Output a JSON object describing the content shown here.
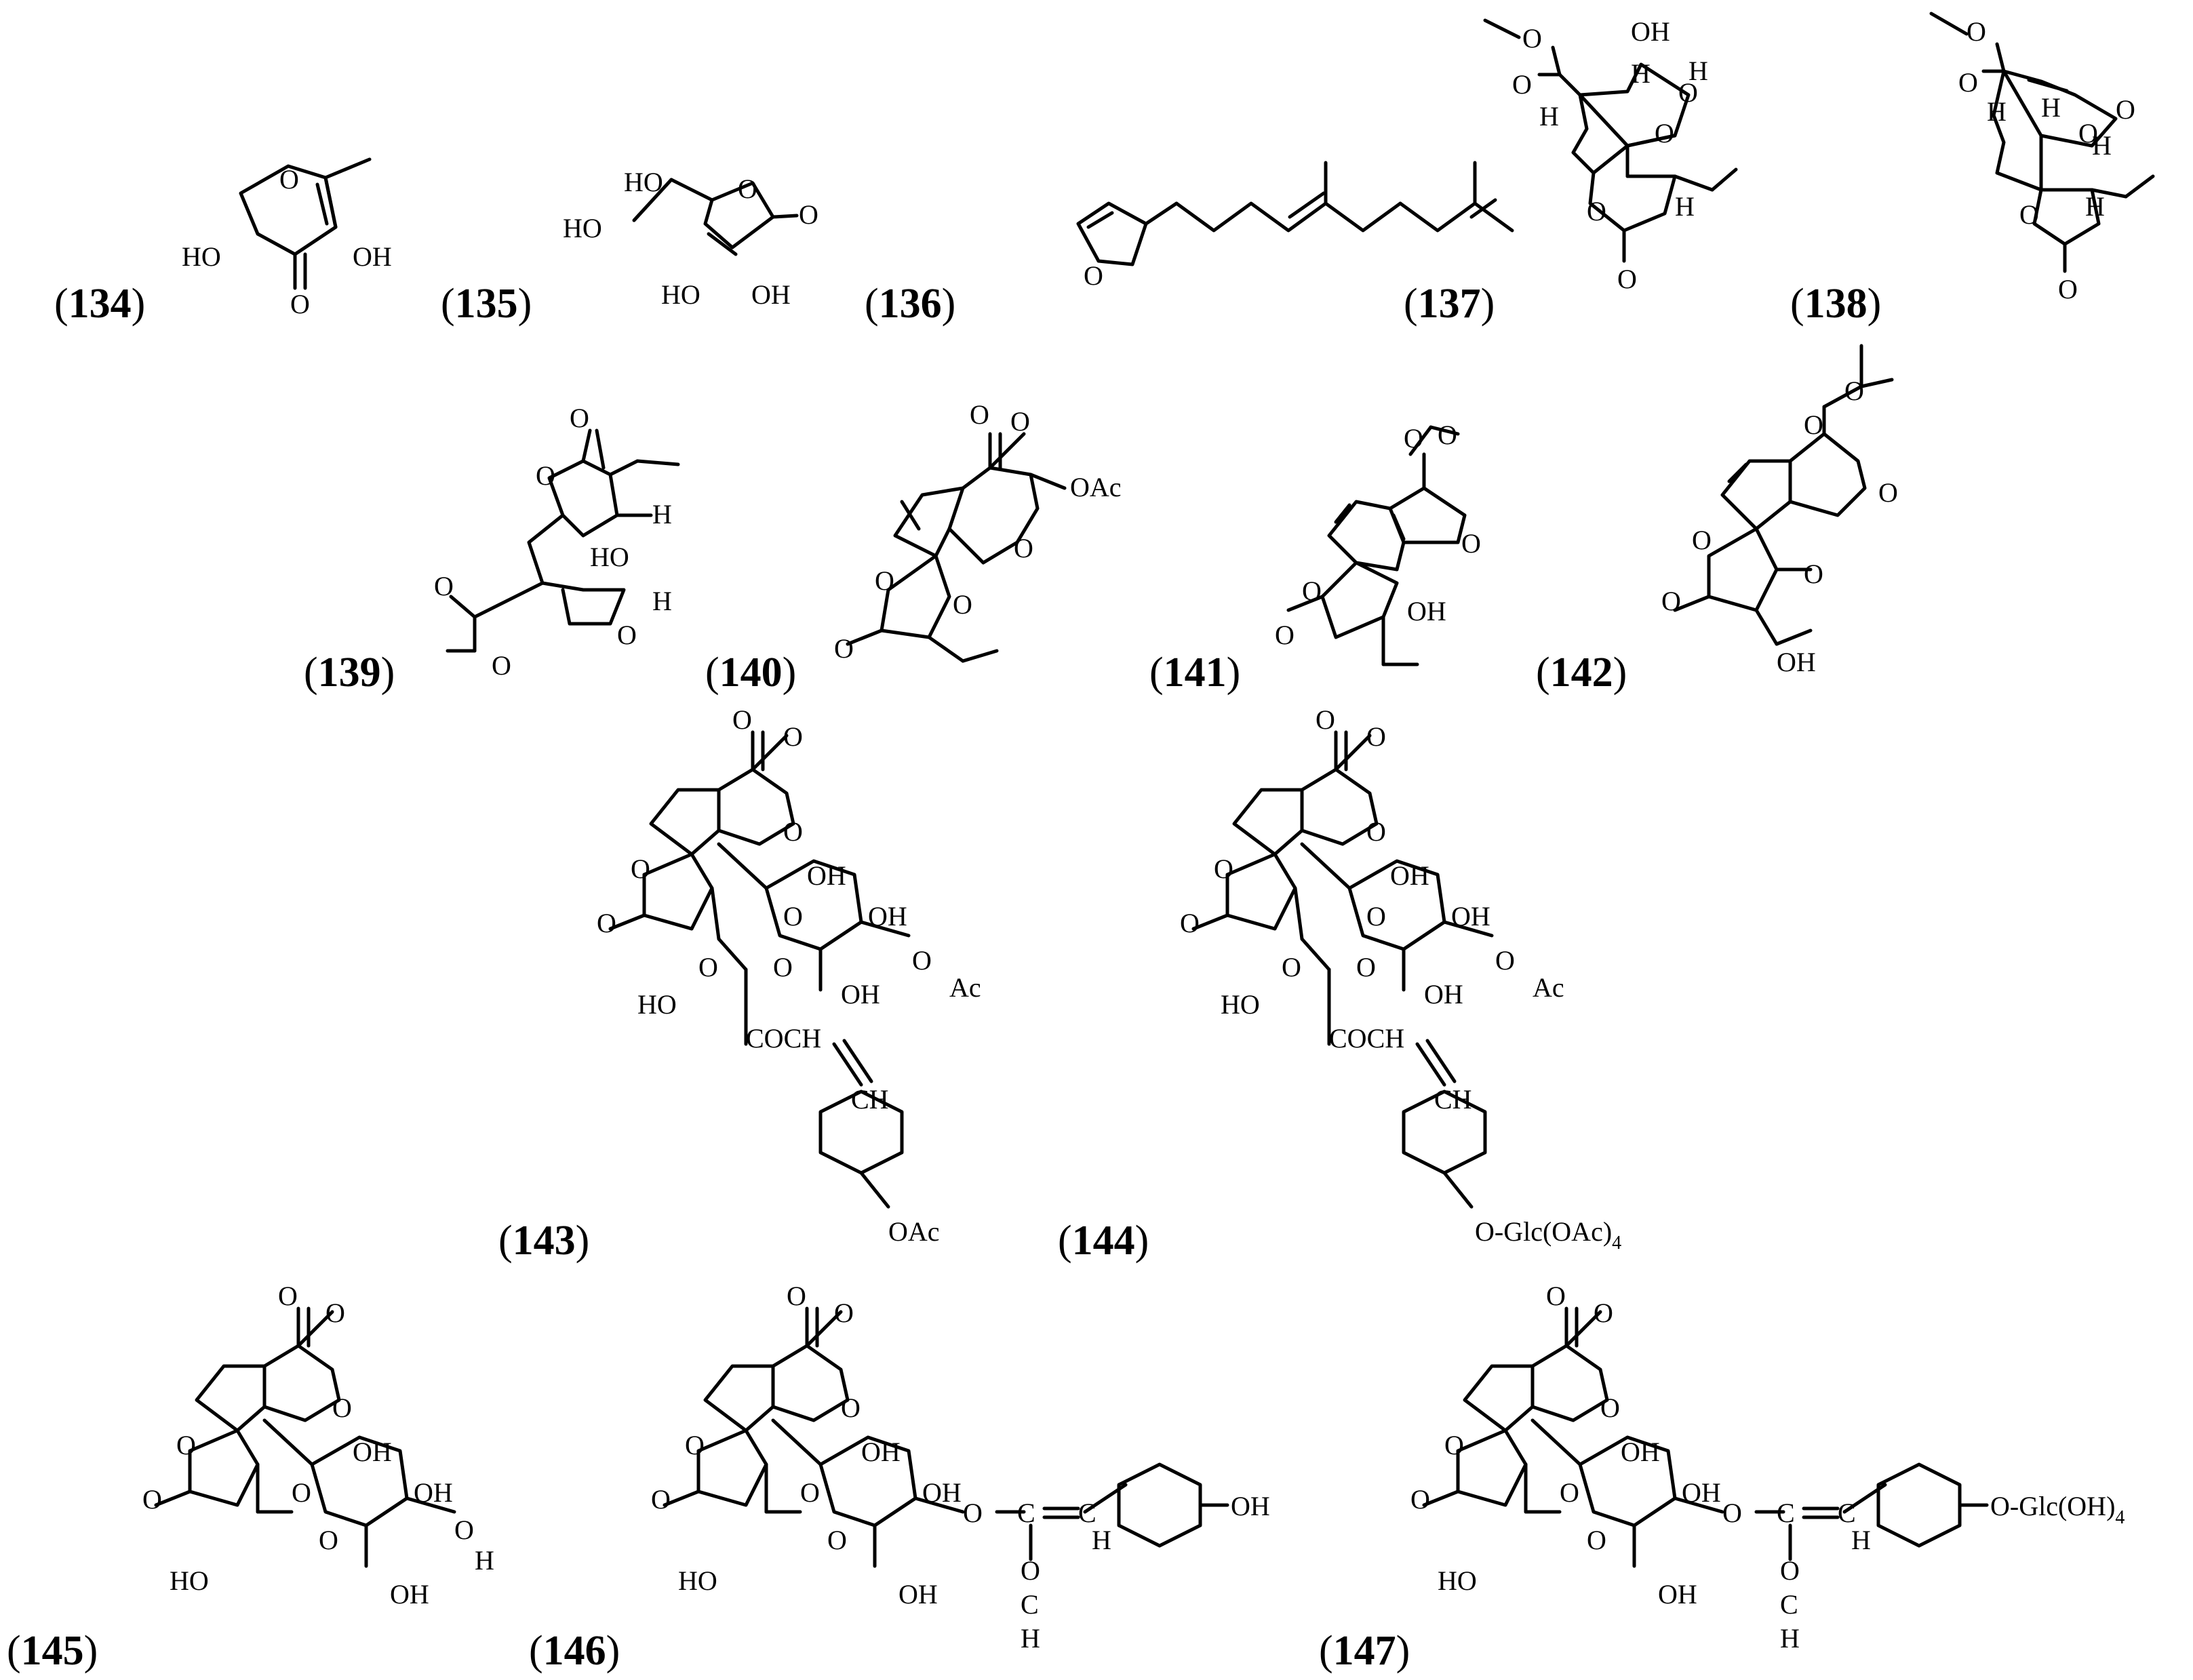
{
  "compounds": [
    {
      "num": "134"
    },
    {
      "num": "135"
    },
    {
      "num": "136"
    },
    {
      "num": "137"
    },
    {
      "num": "138"
    },
    {
      "num": "139"
    },
    {
      "num": "140"
    },
    {
      "num": "141"
    },
    {
      "num": "142"
    },
    {
      "num": "143"
    },
    {
      "num": "144"
    },
    {
      "num": "145"
    },
    {
      "num": "146"
    },
    {
      "num": "147"
    }
  ],
  "atoms": {
    "O": "O",
    "OH": "OH",
    "HO": "HO",
    "H": "H",
    "OAc": "OAc",
    "Ac": "Ac",
    "COCH": "COCH",
    "CH": "CH",
    "C": "C",
    "Glc_OAc": "Glc(OAc)",
    "Glc_OH": "Glc(OH)",
    "sub4": "4"
  }
}
